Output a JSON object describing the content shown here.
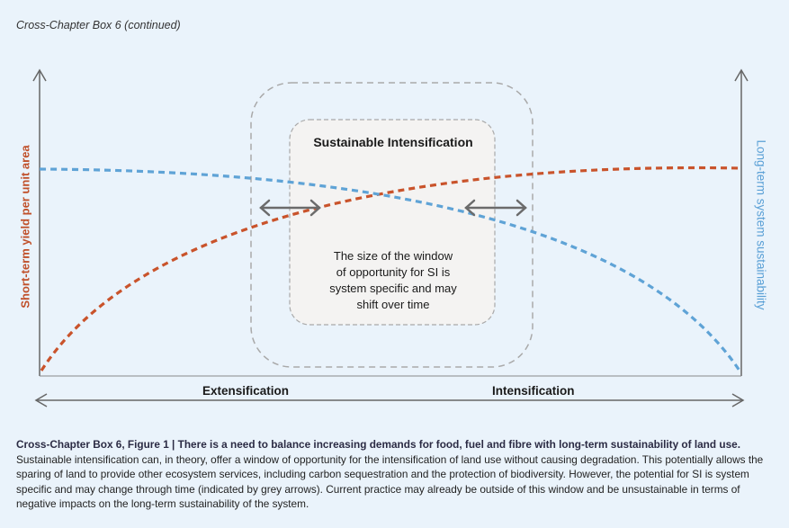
{
  "header": "Cross-Chapter Box 6 (continued)",
  "diagram": {
    "y_left_label": "Short-term yield per unit area",
    "y_right_label": "Long-term system sustainability",
    "box_title": "Sustainable Intensification",
    "box_note_lines": [
      "The size of the window",
      "of opportunity for SI is",
      "system specific and may",
      "shift over time"
    ],
    "x_left_label": "Extensification",
    "x_right_label": "Intensification",
    "colors": {
      "yield_curve": "#c9532b",
      "sustainability_curve": "#5fa3d6",
      "arrows": "#6b6b6b",
      "inner_box": "#f4f3f2"
    }
  },
  "caption": {
    "title": "Cross-Chapter Box 6, Figure 1 |  There is a need to balance increasing demands for food, fuel and fibre with long-term sustainability of land use.",
    "body": " Sustainable intensification can, in theory, offer a window of opportunity for the intensification of land use without causing degradation. This potentially allows the sparing of land to provide other ecosystem services, including carbon sequestration and the protection of biodiversity. However, the potential for SI is system specific and may change through time (indicated by grey arrows). Current practice may already be outside of this window and be unsustainable in terms of negative impacts on the long-term sustainability of the system."
  }
}
